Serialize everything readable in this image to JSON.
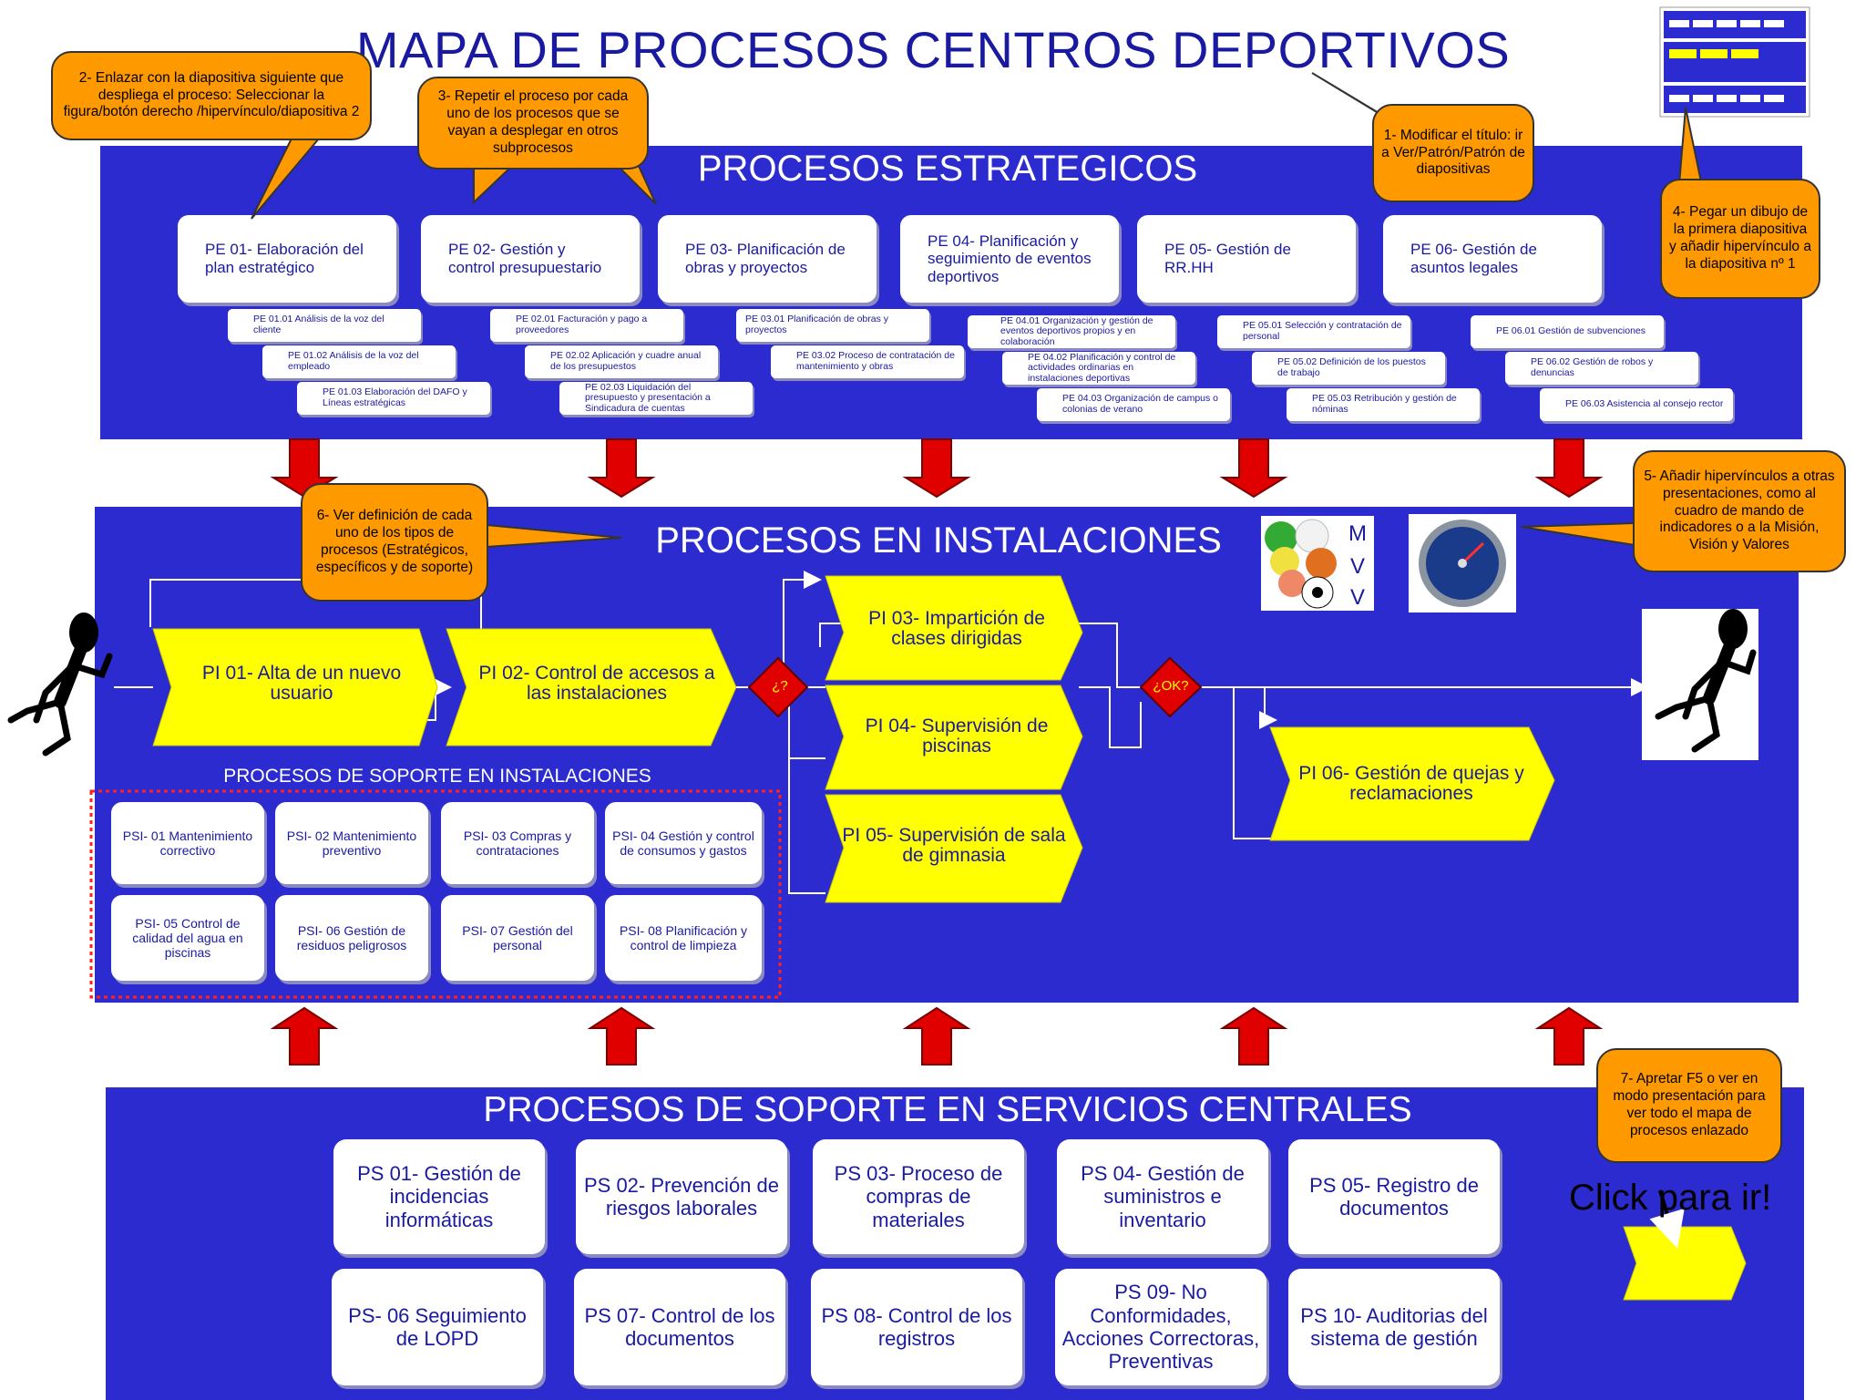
{
  "title": "MAPA DE PROCESOS CENTROS DEPORTIVOS",
  "colors": {
    "band": "#2b2bd0",
    "note": "#ff9900",
    "chevron": "#ffff00",
    "arrow": "#e00000",
    "text": "#1a1aa0"
  },
  "strategic": {
    "title": "PROCESOS ESTRATEGICOS",
    "boxes": [
      "PE 01- Elaboración del plan estratégico",
      "PE 02- Gestión y control presupuestario",
      "PE 03- Planificación de obras y proyectos",
      "PE 04- Planificación y seguimiento de eventos deportivos",
      "PE 05- Gestión de RR.HH",
      "PE 06- Gestión de asuntos legales"
    ],
    "subs": [
      [
        "PE 01.01 Análisis de la voz del cliente",
        "PE 01.02 Análisis de la voz del empleado",
        "PE 01.03 Elaboración del DAFO y Líneas estratégicas"
      ],
      [
        "PE 02.01 Facturación y pago a proveedores",
        "PE 02.02 Aplicación y cuadre anual de los presupuestos",
        "PE 02.03 Liquidación del presupuesto y presentación a Sindicadura de cuentas"
      ],
      [
        "PE 03.01 Planificación de obras y proyectos",
        "PE 03.02 Proceso de contratación de mantenimiento y obras"
      ],
      [
        "PE 04.01 Organización y gestión de eventos deportivos propios y en colaboración",
        "PE 04.02 Planificación y control de actividades ordinarias en instalaciones deportivas",
        "PE 04.03 Organización de campus o colonias de verano"
      ],
      [
        "PE 05.01 Selección y contratación de personal",
        "PE 05.02 Definición de los puestos de trabajo",
        "PE 05.03 Retribución y gestión de nóminas"
      ],
      [
        "PE 06.01 Gestión de subvenciones",
        "PE 06.02 Gestión de robos y denuncias",
        "PE 06.03 Asistencia al consejo rector"
      ]
    ]
  },
  "installations": {
    "title": "PROCESOS EN INSTALACIONES",
    "pi01": "PI 01- Alta de un nuevo usuario",
    "pi02": "PI 02- Control de accesos a las instalaciones",
    "pi03": "PI 03- Impartición de clases dirigidas",
    "pi04": "PI 04- Supervisión de piscinas",
    "pi05": "PI 05- Supervisión de sala de gimnasia",
    "pi06": "PI 06- Gestión de quejas y reclamaciones",
    "decision1": "¿?",
    "decision2": "¿OK?",
    "mvv": [
      "M",
      "V",
      "V"
    ],
    "support_title": "PROCESOS DE SOPORTE EN INSTALACIONES",
    "psi": [
      "PSI- 01 Mantenimiento correctivo",
      "PSI- 02 Mantenimiento preventivo",
      "PSI- 03 Compras y contrataciones",
      "PSI- 04 Gestión y control de consumos y gastos",
      "PSI- 05 Control de calidad del agua en piscinas",
      "PSI- 06 Gestión de residuos peligrosos",
      "PSI- 07 Gestión del personal",
      "PSI- 08 Planificación y control de limpieza"
    ]
  },
  "central": {
    "title": "PROCESOS DE SOPORTE EN SERVICIOS CENTRALES",
    "ps": [
      "PS 01- Gestión de incidencias informáticas",
      "PS 02- Prevención de riesgos laborales",
      "PS 03- Proceso de compras de materiales",
      "PS 04- Gestión de suministros e inventario",
      "PS 05- Registro de documentos",
      "PS- 06 Seguimiento de LOPD",
      "PS 07- Control de los documentos",
      "PS 08- Control de los registros",
      "PS 09- No Conformidades, Acciones Correctoras, Preventivas",
      "PS 10- Auditorias del sistema de gestión"
    ]
  },
  "notes": {
    "n1": "1- Modificar el título: ir a Ver/Patrón/Patrón de diapositivas",
    "n2": "2- Enlazar con la diapositiva siguiente que despliega el proceso: Seleccionar la figura/botón derecho /hipervínculo/diapositiva 2",
    "n3": "3- Repetir el proceso por cada uno de los procesos que se vayan a desplegar en otros subprocesos",
    "n4": "4- Pegar un dibujo de la primera diapositiva y añadir hipervínculo a la diapositiva nº 1",
    "n5": "5- Añadir hipervínculos a otras presentaciones, como al cuadro de mando de indicadores o a la Misión, Visión y Valores",
    "n6": "6- Ver definición de cada uno de los tipos de procesos (Estratégicos, específicos y de soporte)",
    "n7": "7- Apretar F5 o ver en modo presentación para ver todo el mapa de procesos enlazado"
  },
  "click_label": "Click para ir!"
}
